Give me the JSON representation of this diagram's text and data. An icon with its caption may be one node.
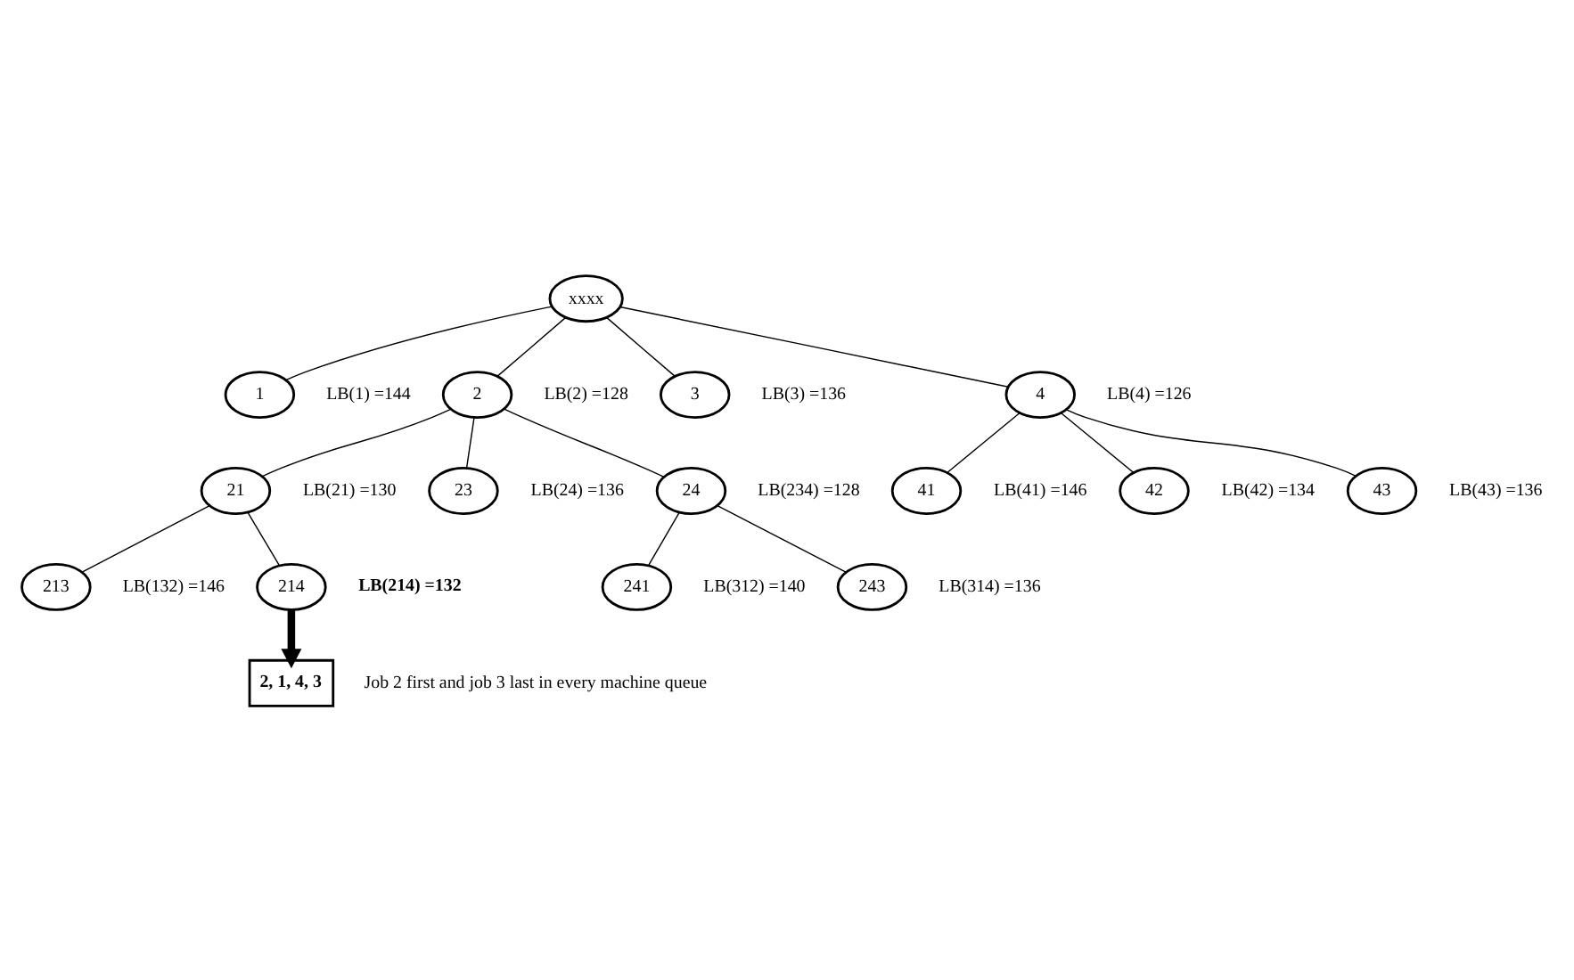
{
  "diagram": {
    "nodes": [
      {
        "text": [
          "xxxx"
        ]
      },
      {
        "text": [
          "1"
        ],
        "beside": [
          "LB(1) =144"
        ]
      },
      {
        "text": [
          "2"
        ],
        "beside": [
          "LB(2) =128"
        ]
      },
      {
        "text": [
          "3"
        ],
        "beside": [
          "LB(3) =136"
        ]
      },
      {
        "text": [
          "4"
        ],
        "beside": [
          "LB(4) =126"
        ]
      },
      {
        "text": [
          "21"
        ],
        "beside": [
          "LB(21) =130"
        ]
      },
      {
        "text": [
          "23"
        ],
        "beside": [
          "LB(24) =136"
        ]
      },
      {
        "text": [
          "24"
        ],
        "beside": [
          "LB(234) =128"
        ]
      },
      {
        "text": [
          "41"
        ],
        "beside": [
          "LB(41) =146"
        ]
      },
      {
        "text": [
          "42"
        ],
        "beside": [
          "LB(42) =134"
        ]
      },
      {
        "text": [
          "43"
        ],
        "beside": [
          "LB(43) =136"
        ]
      },
      {
        "text": [
          "213"
        ],
        "beside": [
          "LB(132) =146"
        ]
      },
      {
        "text": [
          "214"
        ],
        "beside": [
          "LB(214) =132"
        ]
      },
      {
        "text": [
          "241"
        ],
        "beside": [
          "LB(312) =140"
        ]
      },
      {
        "text": [
          "243"
        ],
        "beside": [
          "LB(314) =136"
        ]
      },
      {
        "text": [
          "2, 1, 4, 3"
        ],
        "beside": [
          "Job 2 first and job 3 last in every machine queue"
        ]
      }
    ],
    "edges": [
      {
        "from": 0,
        "to": 1,
        "arrow": "none"
      },
      {
        "from": 0,
        "to": 2,
        "arrow": "none"
      },
      {
        "from": 0,
        "to": 3,
        "arrow": "none"
      },
      {
        "from": 0,
        "to": 4,
        "arrow": "none"
      },
      {
        "from": 2,
        "to": 5,
        "arrow": "none"
      },
      {
        "from": 2,
        "to": 6,
        "arrow": "none"
      },
      {
        "from": 2,
        "to": 7,
        "arrow": "none"
      },
      {
        "from": 4,
        "to": 8,
        "arrow": "none"
      },
      {
        "from": 4,
        "to": 9,
        "arrow": "none"
      },
      {
        "from": 4,
        "to": 10,
        "arrow": "none"
      },
      {
        "from": 5,
        "to": 11,
        "arrow": "none"
      },
      {
        "from": 5,
        "to": 12,
        "arrow": "none"
      },
      {
        "from": 7,
        "to": 13,
        "arrow": "none"
      },
      {
        "from": 7,
        "to": 14,
        "arrow": "none"
      },
      {
        "from": 12,
        "to": 15,
        "arrow": "to",
        "style": "thick"
      }
    ]
  }
}
